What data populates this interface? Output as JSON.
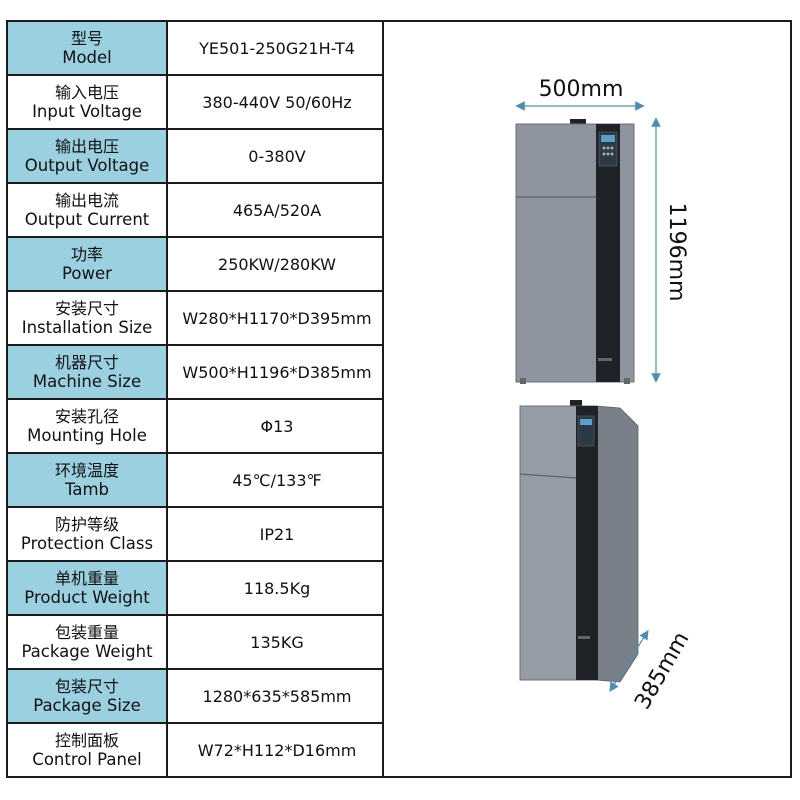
{
  "specs": [
    {
      "zh": "型号",
      "en": "Model",
      "value": "YE501-250G21H-T4"
    },
    {
      "zh": "输入电压",
      "en": "Input Voltage",
      "value": "380-440V 50/60Hz"
    },
    {
      "zh": "输出电压",
      "en": "Output Voltage",
      "value": "0-380V"
    },
    {
      "zh": "输出电流",
      "en": "Output Current",
      "value": "465A/520A"
    },
    {
      "zh": "功率",
      "en": "Power",
      "value": "250KW/280KW"
    },
    {
      "zh": "安装尺寸",
      "en": "Installation Size",
      "value": "W280*H1170*D395mm"
    },
    {
      "zh": "机器尺寸",
      "en": "Machine Size",
      "value": "W500*H1196*D385mm"
    },
    {
      "zh": "安装孔径",
      "en": "Mounting Hole",
      "value": "Φ13"
    },
    {
      "zh": "环境温度",
      "en": "Tamb",
      "value": "45℃/133℉"
    },
    {
      "zh": "防护等级",
      "en": "Protection Class",
      "value": "IP21"
    },
    {
      "zh": "单机重量",
      "en": "Product Weight",
      "value": "118.5Kg"
    },
    {
      "zh": "包装重量",
      "en": "Package Weight",
      "value": "135KG"
    },
    {
      "zh": "包装尺寸",
      "en": "Package Size",
      "value": "1280*635*585mm"
    },
    {
      "zh": "控制面板",
      "en": "Control Panel",
      "value": "W72*H112*D16mm"
    }
  ],
  "dimensions": {
    "width": "500mm",
    "height": "1196mm",
    "depth": "385mm"
  },
  "colors": {
    "label_shade": "#9bd0e0",
    "cabinet_body": "#8e959e",
    "front_strip": "#1f2226",
    "dimension_line": "#4a8fb5"
  }
}
